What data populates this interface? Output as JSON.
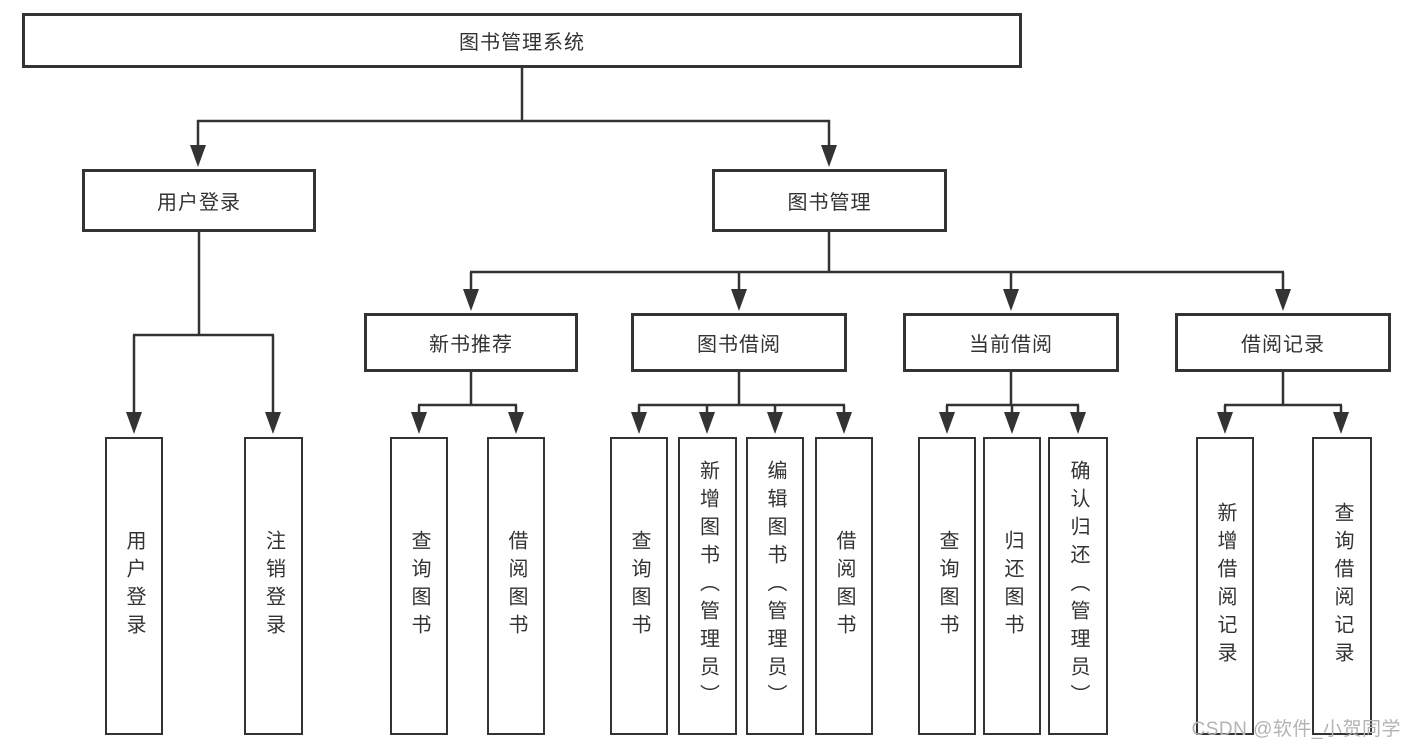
{
  "diagram_type": "hierarchy-tree",
  "tree": {
    "label": "图书管理系统",
    "children": [
      {
        "label": "用户登录",
        "children": [
          {
            "label": "用户登录"
          },
          {
            "label": "注销登录"
          }
        ]
      },
      {
        "label": "图书管理",
        "children": [
          {
            "label": "新书推荐",
            "children": [
              {
                "label": "查询图书"
              },
              {
                "label": "借阅图书"
              }
            ]
          },
          {
            "label": "图书借阅",
            "children": [
              {
                "label": "查询图书"
              },
              {
                "label": "新增图书（管理员）"
              },
              {
                "label": "编辑图书（管理员）"
              },
              {
                "label": "借阅图书"
              }
            ]
          },
          {
            "label": "当前借阅",
            "children": [
              {
                "label": "查询图书"
              },
              {
                "label": "归还图书"
              },
              {
                "label": "确认归还（管理员）"
              }
            ]
          },
          {
            "label": "借阅记录",
            "children": [
              {
                "label": "新增借阅记录"
              },
              {
                "label": "查询借阅记录"
              }
            ]
          }
        ]
      }
    ]
  },
  "watermark": {
    "text": "CSDN @软件_小贺同学"
  },
  "colors": {
    "line": "#333333",
    "text": "#333333",
    "box_fill": "#ffffff",
    "background": "#ffffff",
    "watermark": "#b3b3b3"
  }
}
